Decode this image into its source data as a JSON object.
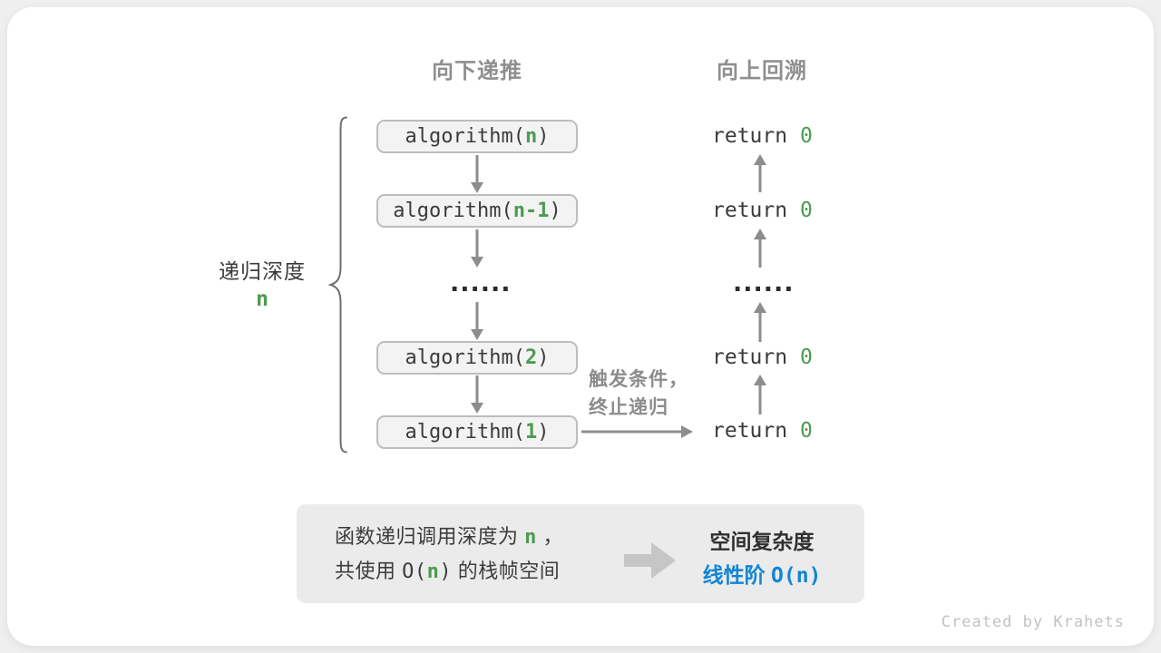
{
  "headers": {
    "downward": "向下递推",
    "upward": "向上回溯"
  },
  "depth_label": {
    "text": "递归深度",
    "var": "n"
  },
  "call_stack": [
    {
      "prefix": "algorithm(",
      "arg": "n",
      "suffix": ")"
    },
    {
      "prefix": "algorithm(",
      "arg": "n-1",
      "suffix": ")"
    },
    {
      "prefix": "algorithm(",
      "arg": "2",
      "suffix": ")"
    },
    {
      "prefix": "algorithm(",
      "arg": "1",
      "suffix": ")"
    }
  ],
  "returns": [
    {
      "keyword": "return ",
      "value": "0"
    },
    {
      "keyword": "return ",
      "value": "0"
    },
    {
      "keyword": "return ",
      "value": "0"
    },
    {
      "keyword": "return ",
      "value": "0"
    }
  ],
  "ellipsis": "......",
  "annotation": {
    "line1": "触发条件，",
    "line2": "终止递归"
  },
  "summary": {
    "line1": {
      "t1": "函数递归调用深度为 ",
      "var": "n",
      "t2": " ，"
    },
    "line2": {
      "t1": "共使用 ",
      "o_open": "O(",
      "var": "n",
      "o_close": ")",
      "t2": " 的栈帧空间"
    },
    "right": {
      "title": "空间复杂度",
      "order": "线性阶 ",
      "big_o": "O(n)"
    }
  },
  "footer": {
    "credit": "Created by Krahets"
  },
  "colors": {
    "green": "#4c9b50",
    "blue": "#1185d3",
    "arrow_gray": "#8d8d8d",
    "box_fill": "#f3f3f3",
    "box_border": "#bdbdbd",
    "summary_fill": "#ebebeb"
  }
}
